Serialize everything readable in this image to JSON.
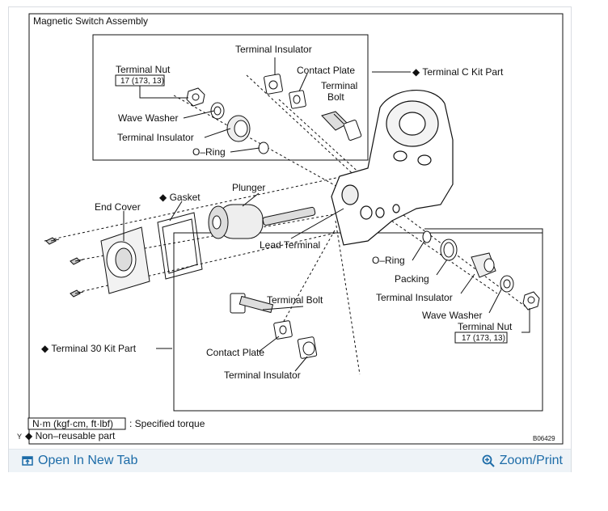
{
  "diagram": {
    "title": "Magnetic Switch Assembly",
    "labels": {
      "terminal_insulator_top": "Terminal Insulator",
      "terminal_c_kit": "◆ Terminal C Kit Part",
      "contact_plate_top": "Contact Plate",
      "terminal_bolt_top_1": "Terminal",
      "terminal_bolt_top_2": "Bolt",
      "terminal_nut_top": "Terminal Nut",
      "torque_top": "17 (173, 13)",
      "wave_washer_top": "Wave Washer",
      "terminal_insulator_mid": "Terminal Insulator",
      "o_ring_top": "O–Ring",
      "gasket": "◆ Gasket",
      "end_cover": "End Cover",
      "plunger": "Plunger",
      "lead_terminal": "Lead Terminal",
      "o_ring_right": "O–Ring",
      "packing": "Packing",
      "terminal_insulator_right": "Terminal Insulator",
      "wave_washer_right": "Wave Washer",
      "terminal_nut_right": "Terminal Nut",
      "torque_right": "17 (173, 13)",
      "terminal_bolt_bottom": "Terminal Bolt",
      "terminal_30_kit": "◆ Terminal 30 Kit Part",
      "contact_plate_bottom": "Contact Plate",
      "terminal_insulator_bottom": "Terminal Insulator"
    },
    "legend": {
      "unit_box": "N·m (kgf·cm, ft·lbf)",
      "specified_torque": ": Specified torque",
      "non_reusable": "◆ Non–reusable part",
      "mark": "Y",
      "figure_code": "B06429"
    }
  },
  "footer": {
    "open_new_tab": "Open In New Tab",
    "zoom_print": "Zoom/Print",
    "open_icon": "open-in-new-tab-icon",
    "zoom_icon": "magnifier-plus-icon"
  },
  "colors": {
    "link": "#1d6ca8",
    "footer_bg": "#eef3f7",
    "line": "#111111"
  }
}
